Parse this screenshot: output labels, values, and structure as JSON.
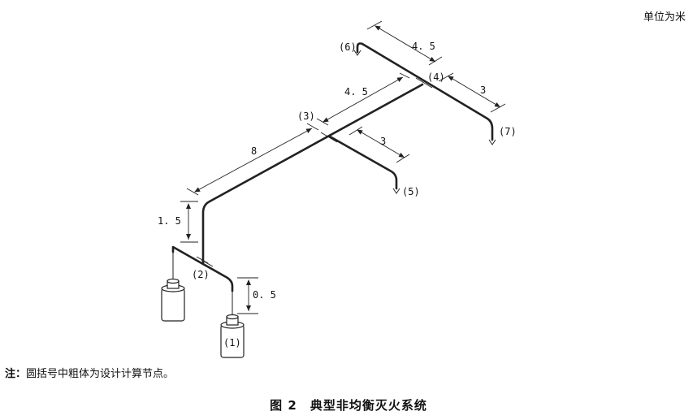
{
  "unit_label": "单位为米",
  "note": {
    "prefix": "注：",
    "text": "圆括号中粗体为设计计算节点。"
  },
  "figure_title": "图 2　典型非均衡灭火系统",
  "nodes": {
    "n1": "(1)",
    "n2": "(2)",
    "n3": "(3)",
    "n4": "(4)",
    "n5": "(5)",
    "n6": "(6)",
    "n7": "(7)"
  },
  "dimensions": {
    "d_0_5": "0. 5",
    "d_1_5": "1. 5",
    "d_8": "8",
    "d_4_5_a": "4. 5",
    "d_4_5_b": "4. 5",
    "d_3_a": "3",
    "d_3_b": "3"
  }
}
